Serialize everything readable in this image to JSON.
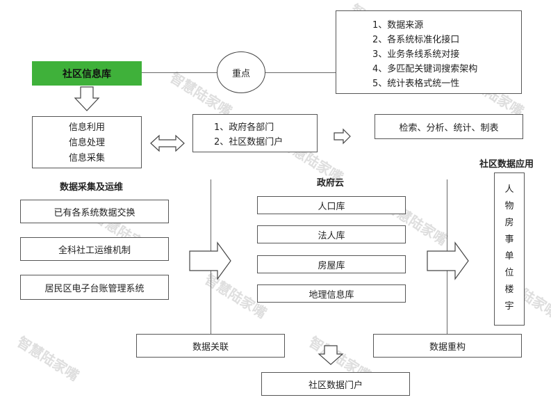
{
  "header": {
    "main_box": "社区信息库",
    "key_point": "重点",
    "key_list": [
      "1、数据来源",
      "2、各系统标准化接口",
      "3、业务条线系统对接",
      "4、多匹配关键词搜索架构",
      "5、统计表格式统一性"
    ]
  },
  "info_box": [
    "信息利用",
    "信息处理",
    "信息采集"
  ],
  "gov_box": [
    "1、政府各部门",
    "2、社区数据门户"
  ],
  "actions_box": "检索、分析、统计、制表",
  "left_section": {
    "title": "数据采集及运维",
    "items": [
      "已有各系统数据交换",
      "全科社工运维机制",
      "居民区电子台账管理系统"
    ]
  },
  "center_section": {
    "title": "政府云",
    "items": [
      "人口库",
      "法人库",
      "房屋库",
      "地理信息库"
    ]
  },
  "right_section": {
    "title": "社区数据应用",
    "vertical_text": [
      "人",
      "物",
      "房",
      "事",
      "单",
      "位",
      "楼",
      "宇"
    ]
  },
  "bottom": {
    "left": "数据关联",
    "right": "数据重构",
    "portal": "社区数据门户"
  },
  "watermark": "智慧陆家嘴",
  "colors": {
    "main_box": "#3fb13a",
    "border": "#555555"
  }
}
